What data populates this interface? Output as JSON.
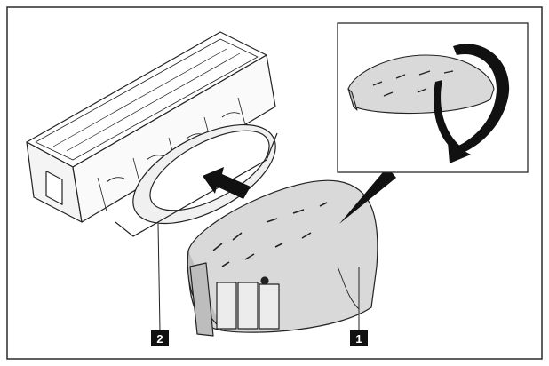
{
  "callouts": [
    {
      "id": "1",
      "label": "1"
    },
    {
      "id": "2",
      "label": "2"
    }
  ],
  "colors": {
    "frame": "#2a2a2a",
    "part_fill": "#d9d9d9",
    "part_shade": "#bdbdbd",
    "line": "#222222",
    "callout_bg": "#111111",
    "arrow": "#111111"
  },
  "icons": {
    "rotation": "rotate-arrow-icon",
    "install": "install-arrow-icon"
  }
}
